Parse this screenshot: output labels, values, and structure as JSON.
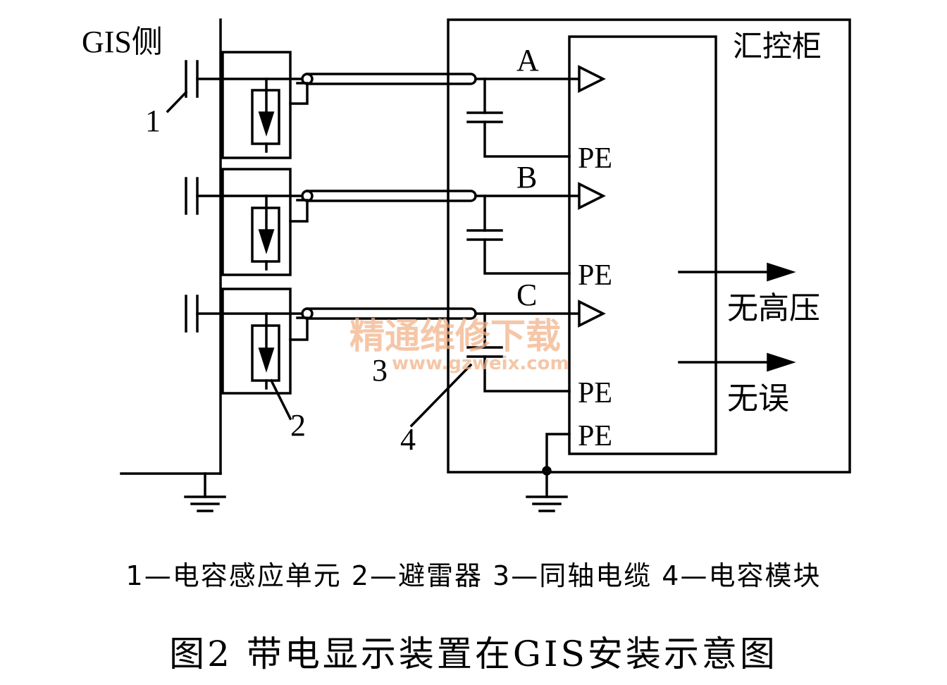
{
  "diagram": {
    "gis_side_label": "GIS侧",
    "cabinet_label": "汇控柜",
    "phases": [
      "A",
      "B",
      "C"
    ],
    "pe_label": "PE",
    "outputs": [
      "无高压",
      "无误"
    ],
    "callouts": [
      "1",
      "2",
      "3",
      "4"
    ],
    "watermark": {
      "text": "精通维修下载",
      "url": "www.gzweix.com"
    }
  },
  "legend": "1—电容感应单元  2—避雷器  3—同轴电缆  4—电容模块",
  "title": "图2  带电显示装置在GIS安装示意图"
}
